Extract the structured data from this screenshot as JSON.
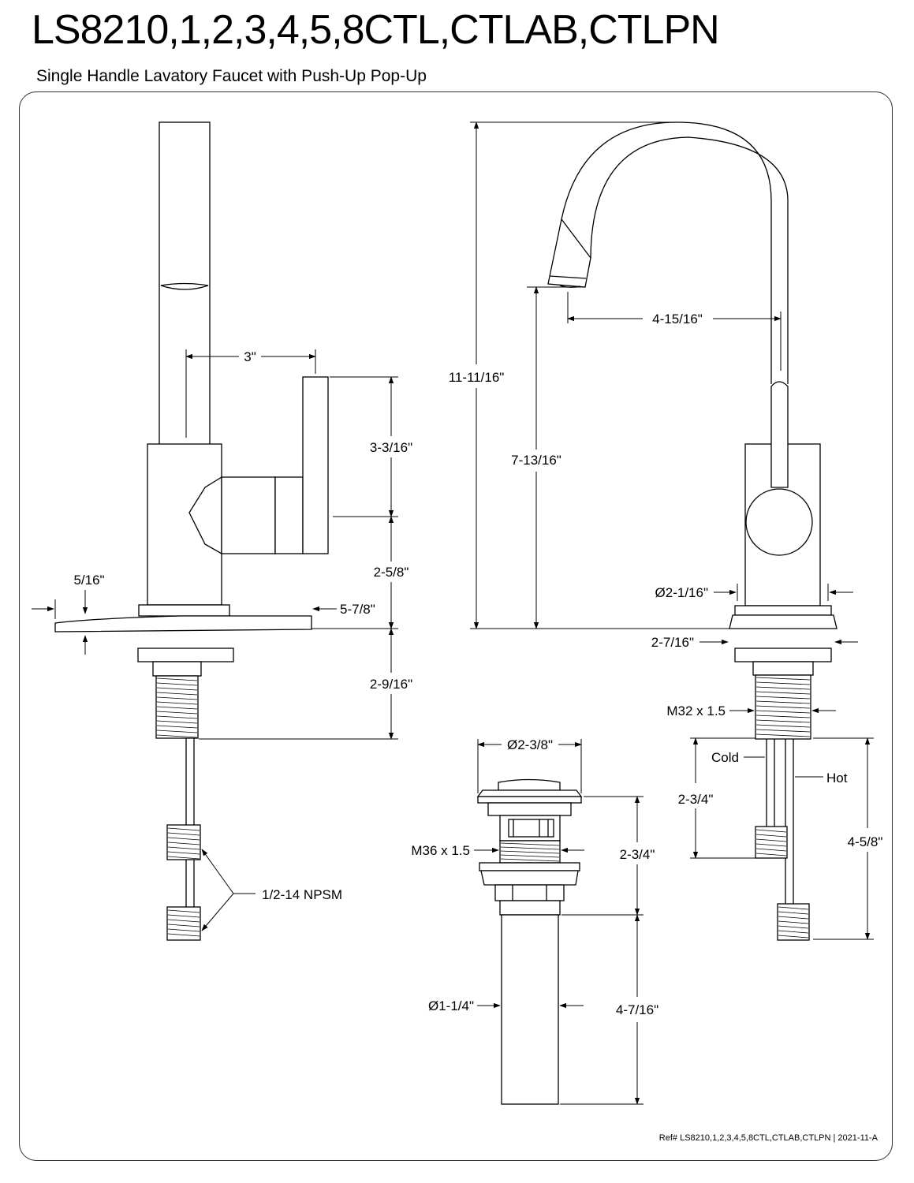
{
  "header": {
    "title": "LS8210,1,2,3,4,5,8CTL,CTLAB,CTLPN",
    "subtitle": "Single Handle Lavatory Faucet with Push-Up Pop-Up"
  },
  "side_view": {
    "dims": {
      "handle_offset": "3\"",
      "handle_height": "3-3/16\"",
      "body_height": "2-5/8\"",
      "plate_thickness": "5/16\"",
      "plate_width": "5-7/8\"",
      "shank_length": "2-9/16\"",
      "connector": "1/2-14 NPSM"
    }
  },
  "front_view": {
    "dims": {
      "reach": "4-15/16\"",
      "overall_height": "11-11/16\"",
      "spout_height": "7-13/16\"",
      "body_diameter": "Ø2-1/16\"",
      "base_width": "2-7/16\"",
      "thread": "M32 x 1.5",
      "cold_label": "Cold",
      "hot_label": "Hot",
      "cold_length": "2-3/4\"",
      "hot_length": "4-5/8\""
    }
  },
  "drain": {
    "dims": {
      "flange_diameter": "Ø2-3/8\"",
      "thread": "M36 x 1.5",
      "upper_height": "2-3/4\"",
      "tail_diameter": "Ø1-1/4\"",
      "tail_length": "4-7/16\""
    }
  },
  "footer": {
    "ref": "Ref# LS8210,1,2,3,4,5,8CTL,CTLAB,CTLPN | 2021-11-A"
  }
}
